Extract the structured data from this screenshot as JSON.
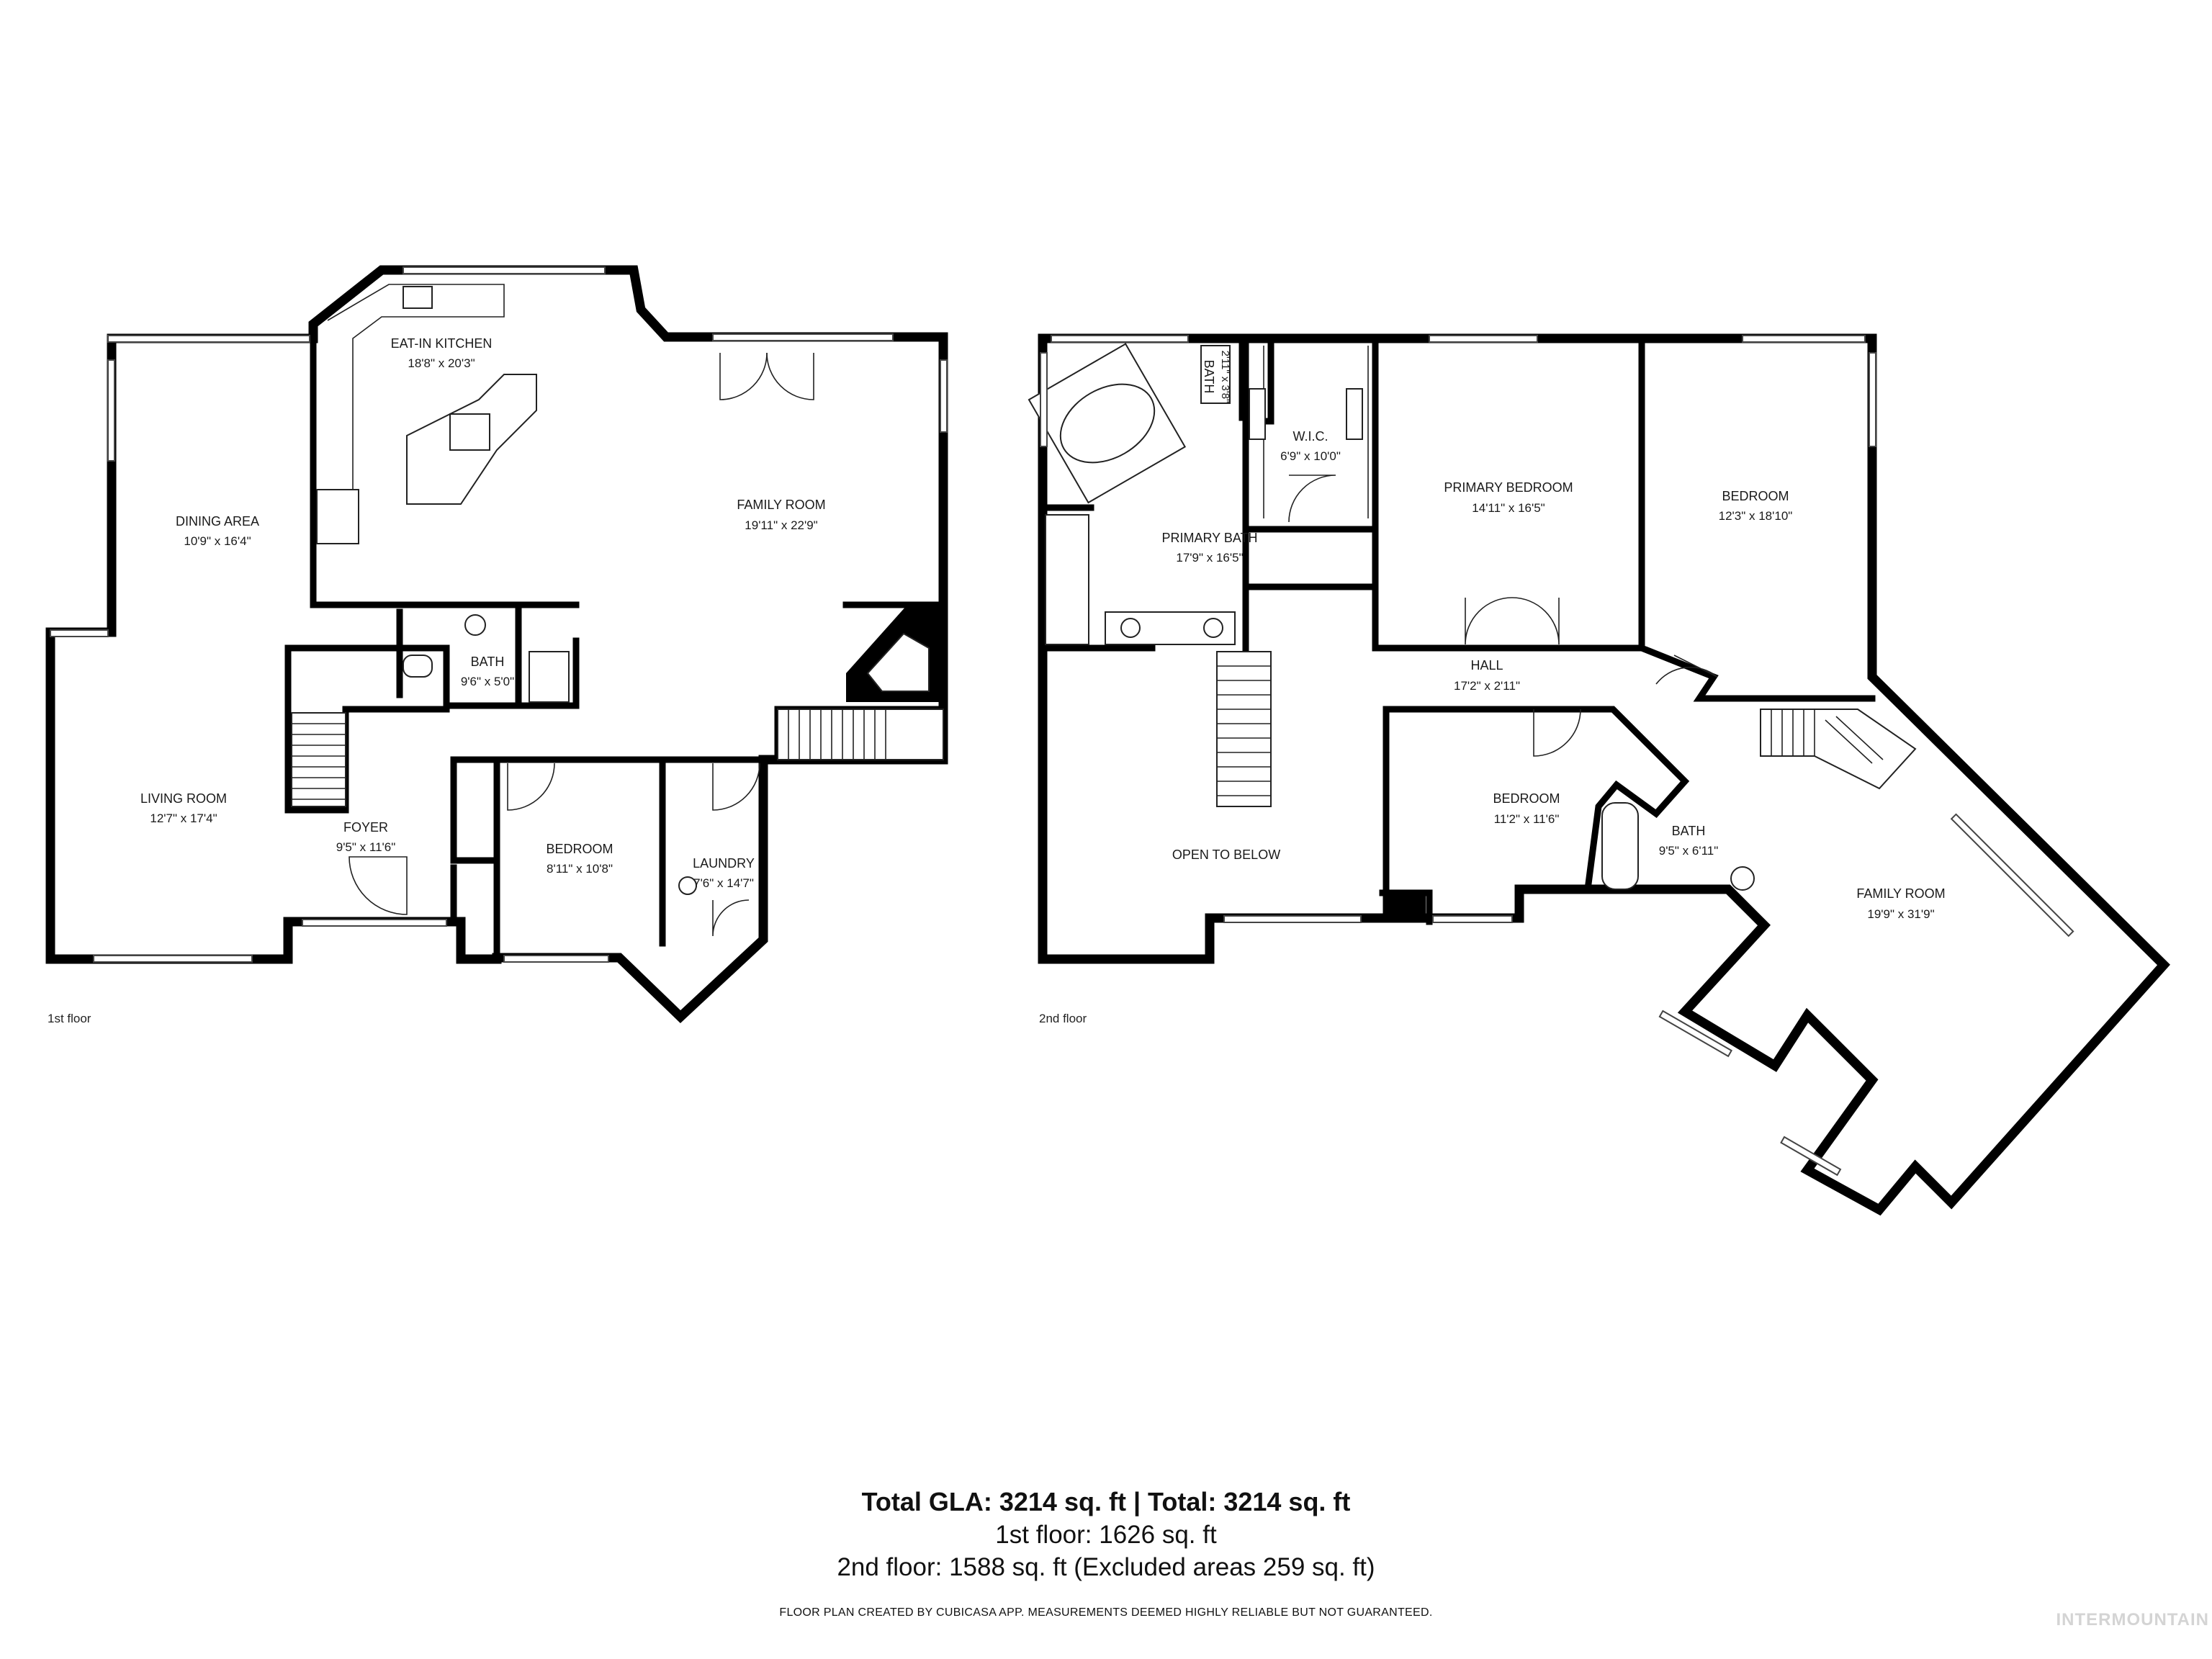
{
  "floors": [
    {
      "label": "1st floor",
      "rooms": [
        {
          "id": "eat-in-kitchen",
          "name": "EAT-IN KITCHEN",
          "dims": "18'8\" x 20'3\""
        },
        {
          "id": "dining-area",
          "name": "DINING AREA",
          "dims": "10'9\" x 16'4\""
        },
        {
          "id": "family-room-1",
          "name": "FAMILY ROOM",
          "dims": "19'11\" x 22'9\""
        },
        {
          "id": "bath-1",
          "name": "BATH",
          "dims": "9'6\" x 5'0\""
        },
        {
          "id": "living-room",
          "name": "LIVING ROOM",
          "dims": "12'7\" x 17'4\""
        },
        {
          "id": "foyer",
          "name": "FOYER",
          "dims": "9'5\" x 11'6\""
        },
        {
          "id": "bedroom-1",
          "name": "BEDROOM",
          "dims": "8'11\" x 10'8\""
        },
        {
          "id": "laundry",
          "name": "LAUNDRY",
          "dims": "7'6\" x 14'7\""
        }
      ]
    },
    {
      "label": "2nd floor",
      "rooms": [
        {
          "id": "bath-small",
          "name": "BATH",
          "dims": "2'11\" x 3'8\""
        },
        {
          "id": "wic",
          "name": "W.I.C.",
          "dims": "6'9\" x 10'0\""
        },
        {
          "id": "primary-bedroom",
          "name": "PRIMARY BEDROOM",
          "dims": "14'11\" x 16'5\""
        },
        {
          "id": "bedroom-2a",
          "name": "BEDROOM",
          "dims": "12'3\" x 18'10\""
        },
        {
          "id": "primary-bath",
          "name": "PRIMARY BATH",
          "dims": "17'9\" x 16'5\""
        },
        {
          "id": "hall",
          "name": "HALL",
          "dims": "17'2\" x 2'11\""
        },
        {
          "id": "bedroom-2b",
          "name": "BEDROOM",
          "dims": "11'2\" x 11'6\""
        },
        {
          "id": "open-to-below",
          "name": "OPEN TO BELOW",
          "dims": ""
        },
        {
          "id": "bath-2",
          "name": "BATH",
          "dims": "9'5\" x 6'11\""
        },
        {
          "id": "family-room-2",
          "name": "FAMILY ROOM",
          "dims": "19'9\" x 31'9\""
        }
      ]
    }
  ],
  "summary": {
    "total": "Total GLA: 3214 sq. ft | Total: 3214 sq. ft",
    "first": "1st floor: 1626 sq. ft",
    "second": "2nd floor: 1588 sq. ft (Excluded areas 259 sq. ft)"
  },
  "disclaimer": "FLOOR PLAN CREATED BY CUBICASA APP. MEASUREMENTS DEEMED HIGHLY RELIABLE BUT NOT GUARANTEED.",
  "watermark": "INTERMOUNTAIN"
}
